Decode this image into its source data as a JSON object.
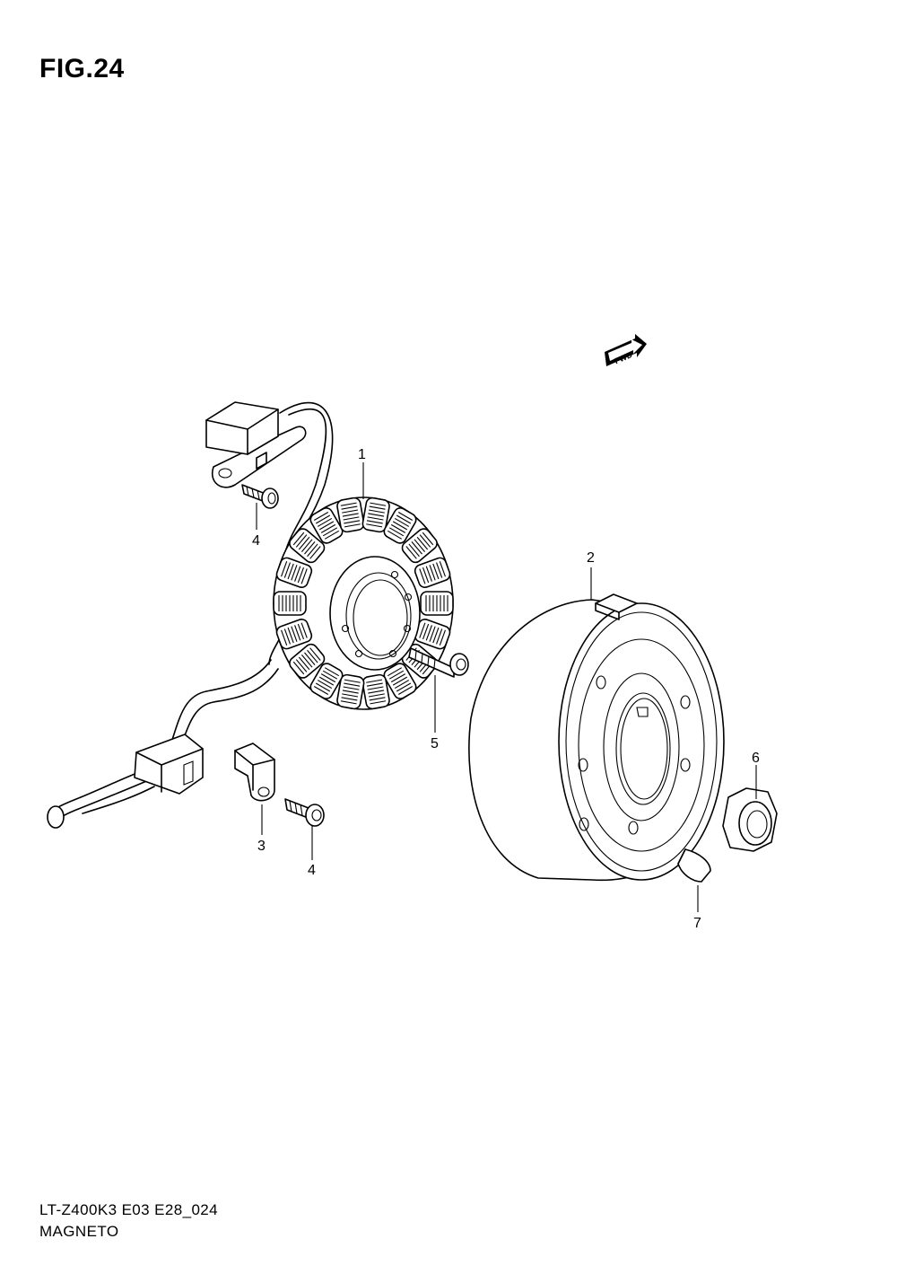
{
  "figure": {
    "title": "FIG.24"
  },
  "footer": {
    "code": "LT-Z400K3 E03 E28_024",
    "name": "MAGNETO"
  },
  "fwd_label": "FWD",
  "callouts": [
    {
      "id": "c1",
      "number": "1"
    },
    {
      "id": "c2",
      "number": "2"
    },
    {
      "id": "c3",
      "number": "3"
    },
    {
      "id": "c4a",
      "number": "4"
    },
    {
      "id": "c4b",
      "number": "4"
    },
    {
      "id": "c5",
      "number": "5"
    },
    {
      "id": "c6",
      "number": "6"
    },
    {
      "id": "c7",
      "number": "7"
    }
  ]
}
